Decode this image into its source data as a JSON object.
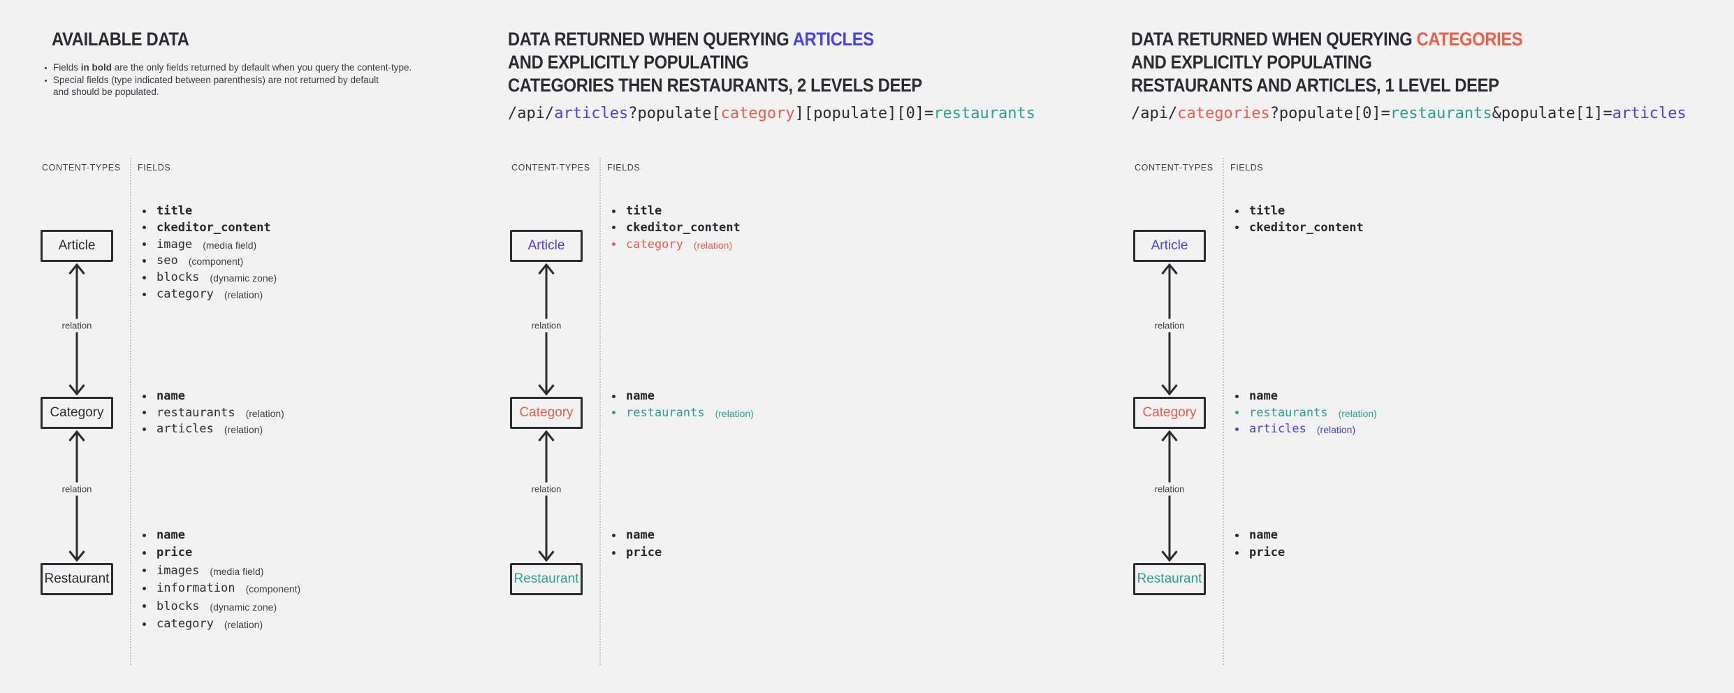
{
  "page": {
    "background": "#f2f2f2"
  },
  "colors": {
    "dark": "#2b2b33",
    "blue": "#4642f0",
    "red": "#ec5e49",
    "teal": "#29a38c",
    "annotation": "#3f3f47",
    "muted_label": "#3f3f47",
    "divider": "#c7c7cb"
  },
  "panels": [
    {
      "header": {
        "lines": [
          {
            "segments": [
              {
                "text": "AVAILABLE DATA",
                "color": "dark"
              }
            ]
          }
        ]
      },
      "notes": [
        {
          "lines": [
            {
              "segments": [
                {
                  "text": "Fields ",
                  "bold": false
                },
                {
                  "text": "in bold",
                  "bold": true
                },
                {
                  "text": " are the only fields returned by default when you query the content-type.",
                  "bold": false
                }
              ]
            }
          ]
        },
        {
          "lines": [
            {
              "segments": [
                {
                  "text": "Special fields (type indicated between parenthesis) are not returned by default",
                  "bold": false
                }
              ]
            },
            {
              "segments": [
                {
                  "text": "and should be populated.",
                  "bold": false
                }
              ]
            }
          ]
        }
      ],
      "code": null,
      "labels": {
        "content_types": "CONTENT-TYPES",
        "fields": "FIELDS"
      },
      "relation_label": "relation",
      "nodes": [
        {
          "name": "Article",
          "color": "dark",
          "fields": [
            {
              "name": "title",
              "bold": true,
              "color": "dark",
              "annotation": ""
            },
            {
              "name": "ckeditor_content",
              "bold": true,
              "color": "dark",
              "annotation": ""
            },
            {
              "name": "image",
              "bold": false,
              "color": "dark",
              "annotation": "(media field)"
            },
            {
              "name": "seo",
              "bold": false,
              "color": "dark",
              "annotation": "(component)"
            },
            {
              "name": "blocks",
              "bold": false,
              "color": "dark",
              "annotation": "(dynamic zone)"
            },
            {
              "name": "category",
              "bold": false,
              "color": "dark",
              "annotation": "(relation)"
            }
          ]
        },
        {
          "name": "Category",
          "color": "dark",
          "fields": [
            {
              "name": "name",
              "bold": true,
              "color": "dark",
              "annotation": ""
            },
            {
              "name": "restaurants",
              "bold": false,
              "color": "dark",
              "annotation": "(relation)"
            },
            {
              "name": "articles",
              "bold": false,
              "color": "dark",
              "annotation": "(relation)"
            }
          ]
        },
        {
          "name": "Restaurant",
          "color": "dark",
          "fields": [
            {
              "name": "name",
              "bold": true,
              "color": "dark",
              "annotation": ""
            },
            {
              "name": "price",
              "bold": true,
              "color": "dark",
              "annotation": ""
            },
            {
              "name": "images",
              "bold": false,
              "color": "dark",
              "annotation": "(media field)"
            },
            {
              "name": "information",
              "bold": false,
              "color": "dark",
              "annotation": "(component)"
            },
            {
              "name": "blocks",
              "bold": false,
              "color": "dark",
              "annotation": "(dynamic zone)"
            },
            {
              "name": "category",
              "bold": false,
              "color": "dark",
              "annotation": "(relation)"
            }
          ]
        }
      ]
    },
    {
      "header": {
        "lines": [
          {
            "segments": [
              {
                "text": "DATA RETURNED WHEN QUERYING ",
                "color": "dark"
              },
              {
                "text": "ARTICLES",
                "color": "blue"
              }
            ]
          },
          {
            "segments": [
              {
                "text": "AND EXPLICITLY POPULATING",
                "color": "dark"
              }
            ]
          },
          {
            "segments": [
              {
                "text": "CATEGORIES THEN RESTAURANTS, 2 LEVELS DEEP",
                "color": "dark"
              }
            ]
          }
        ]
      },
      "notes": null,
      "code": [
        {
          "text": "/api/",
          "color": "dark"
        },
        {
          "text": "articles",
          "color": "blue"
        },
        {
          "text": "?populate[",
          "color": "dark"
        },
        {
          "text": "category",
          "color": "red"
        },
        {
          "text": "][populate][0]=",
          "color": "dark"
        },
        {
          "text": "restaurants",
          "color": "teal"
        }
      ],
      "labels": {
        "content_types": "CONTENT-TYPES",
        "fields": "FIELDS"
      },
      "relation_label": "relation",
      "nodes": [
        {
          "name": "Article",
          "color": "blue",
          "fields": [
            {
              "name": "title",
              "bold": true,
              "color": "dark",
              "annotation": ""
            },
            {
              "name": "ckeditor_content",
              "bold": true,
              "color": "dark",
              "annotation": ""
            },
            {
              "name": "category",
              "bold": false,
              "color": "red",
              "annotation": "(relation)"
            }
          ]
        },
        {
          "name": "Category",
          "color": "red",
          "fields": [
            {
              "name": "name",
              "bold": true,
              "color": "dark",
              "annotation": ""
            },
            {
              "name": "restaurants",
              "bold": false,
              "color": "teal",
              "annotation": "(relation)"
            }
          ]
        },
        {
          "name": "Restaurant",
          "color": "teal",
          "fields": [
            {
              "name": "name",
              "bold": true,
              "color": "dark",
              "annotation": ""
            },
            {
              "name": "price",
              "bold": true,
              "color": "dark",
              "annotation": ""
            }
          ]
        }
      ]
    },
    {
      "header": {
        "lines": [
          {
            "segments": [
              {
                "text": "DATA RETURNED WHEN QUERYING ",
                "color": "dark"
              },
              {
                "text": "CATEGORIES",
                "color": "red"
              }
            ]
          },
          {
            "segments": [
              {
                "text": "AND EXPLICITLY POPULATING",
                "color": "dark"
              }
            ]
          },
          {
            "segments": [
              {
                "text": "RESTAURANTS AND ARTICLES, 1 LEVEL DEEP",
                "color": "dark"
              }
            ]
          }
        ]
      },
      "notes": null,
      "code": [
        {
          "text": "/api/",
          "color": "dark"
        },
        {
          "text": "categories",
          "color": "red"
        },
        {
          "text": "?populate[0]=",
          "color": "dark"
        },
        {
          "text": "restaurants",
          "color": "teal"
        },
        {
          "text": "&populate[1]=",
          "color": "dark"
        },
        {
          "text": "articles",
          "color": "blue"
        }
      ],
      "labels": {
        "content_types": "CONTENT-TYPES",
        "fields": "FIELDS"
      },
      "relation_label": "relation",
      "nodes": [
        {
          "name": "Article",
          "color": "blue",
          "fields": [
            {
              "name": "title",
              "bold": true,
              "color": "dark",
              "annotation": ""
            },
            {
              "name": "ckeditor_content",
              "bold": true,
              "color": "dark",
              "annotation": ""
            }
          ]
        },
        {
          "name": "Category",
          "color": "red",
          "fields": [
            {
              "name": "name",
              "bold": true,
              "color": "dark",
              "annotation": ""
            },
            {
              "name": "restaurants",
              "bold": false,
              "color": "teal",
              "annotation": "(relation)"
            },
            {
              "name": "articles",
              "bold": false,
              "color": "blue",
              "annotation": "(relation)"
            }
          ]
        },
        {
          "name": "Restaurant",
          "color": "teal",
          "fields": [
            {
              "name": "name",
              "bold": true,
              "color": "dark",
              "annotation": ""
            },
            {
              "name": "price",
              "bold": true,
              "color": "dark",
              "annotation": ""
            }
          ]
        }
      ]
    }
  ]
}
